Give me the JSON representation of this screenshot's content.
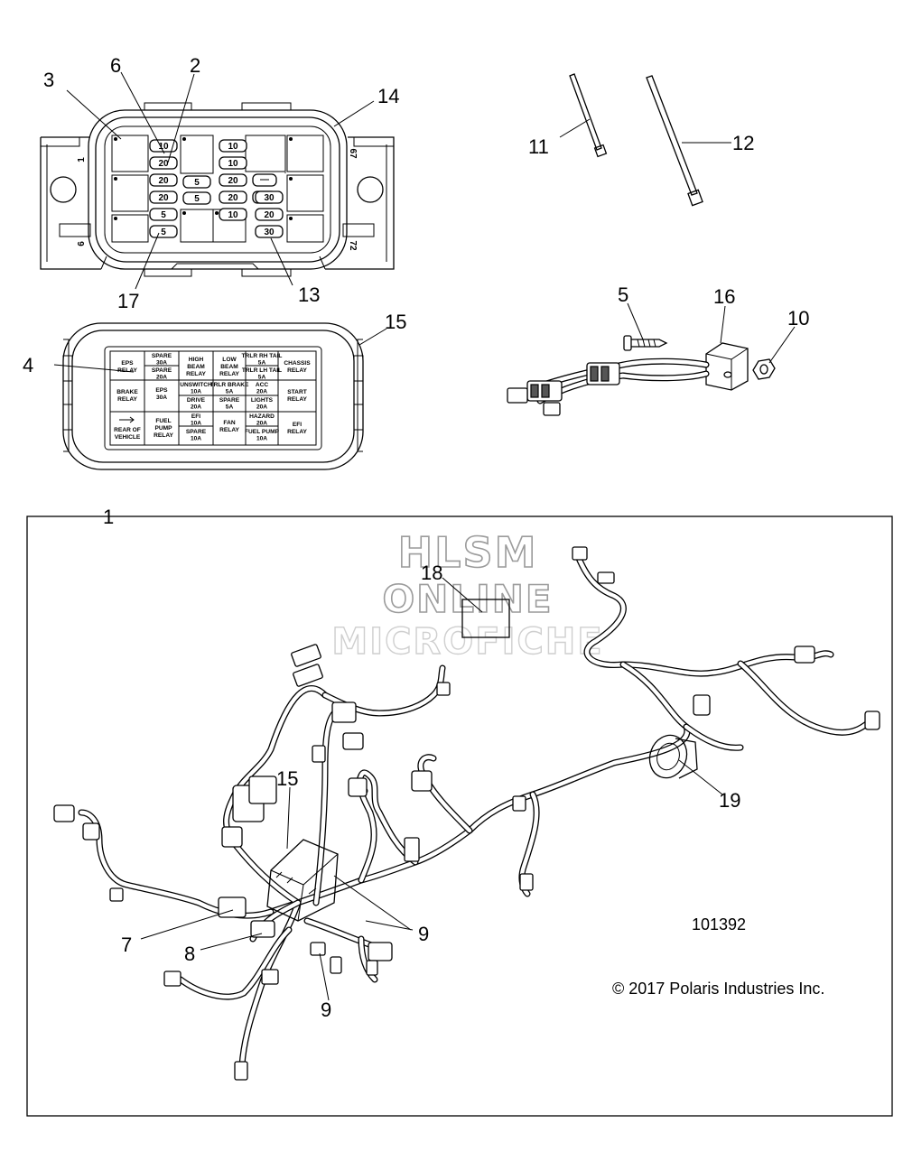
{
  "callouts": {
    "c1": "1",
    "c2": "2",
    "c3": "3",
    "c4": "4",
    "c5": "5",
    "c6": "6",
    "c7": "7",
    "c8": "8",
    "c9a": "9",
    "c9b": "9",
    "c10": "10",
    "c11": "11",
    "c12": "12",
    "c13": "13",
    "c14": "14",
    "c15a": "15",
    "c15b": "15",
    "c16": "16",
    "c17": "17",
    "c18": "18",
    "c19": "19"
  },
  "fuse_box_markings": {
    "tl": "1",
    "bl": "6",
    "tr": "67",
    "br": "72"
  },
  "fuse_values": {
    "col1": [
      "10",
      "20",
      "20",
      "20",
      "5",
      "5"
    ],
    "col2": [
      "5",
      "5"
    ],
    "col3": [
      "10",
      "10",
      "20",
      "20",
      "10"
    ],
    "col4": [
      "30",
      "20",
      "30"
    ]
  },
  "cover_label": {
    "c1r1": [
      "EPS",
      "RELAY"
    ],
    "c1r2": [
      "BRAKE",
      "RELAY"
    ],
    "c1r3": [
      "REAR OF",
      "VEHICLE"
    ],
    "c2r1a": [
      "SPARE",
      "30A"
    ],
    "c2r1b": [
      "SPARE",
      "20A"
    ],
    "c2r2": [
      "EPS",
      "30A"
    ],
    "c2r3": [
      "FUEL",
      "PUMP",
      "RELAY"
    ],
    "c3r1": [
      "HIGH",
      "BEAM",
      "RELAY"
    ],
    "c3r2a": [
      "UNSWITCH",
      "10A"
    ],
    "c3r2b": [
      "DRIVE",
      "20A"
    ],
    "c3r3a": [
      "EFI",
      "10A"
    ],
    "c3r3b": [
      "SPARE",
      "10A"
    ],
    "c4r1": [
      "LOW",
      "BEAM",
      "RELAY"
    ],
    "c4r2a": [
      "TRLR BRAKE",
      "5A"
    ],
    "c4r2b": [
      "SPARE",
      "5A"
    ],
    "c4r3": [
      "FAN",
      "RELAY"
    ],
    "c5r1a": [
      "TRLR RH TAIL",
      "5A"
    ],
    "c5r1b": [
      "TRLR LH TAIL",
      "5A"
    ],
    "c5r2a": [
      "ACC",
      "20A"
    ],
    "c5r2b": [
      "LIGHTS",
      "20A"
    ],
    "c5r3a": [
      "HAZARD",
      "20A"
    ],
    "c5r3b": [
      "FUEL PUMP",
      "10A"
    ],
    "c6r1": [
      "CHASSIS",
      "RELAY"
    ],
    "c6r2": [
      "START",
      "RELAY"
    ],
    "c6r3": [
      "EFI",
      "RELAY"
    ]
  },
  "watermark": {
    "line1": "HLSM",
    "line2": "ONLINE",
    "line3": "MICROFICHE"
  },
  "reference_number": "101392",
  "copyright": "© 2017 Polaris Industries Inc."
}
